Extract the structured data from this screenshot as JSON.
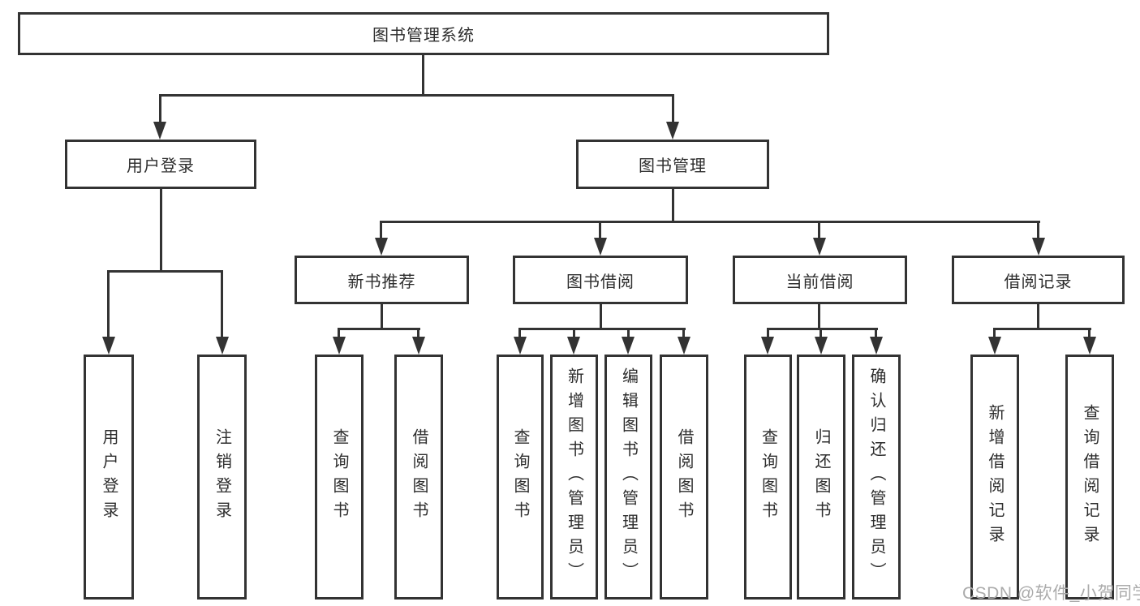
{
  "colors": {
    "line": "#333333",
    "text": "#2d2d2d",
    "watermark": "#ababab",
    "background": "#ffffff"
  },
  "watermark": "CSDN @软件_小贺同学",
  "tree": {
    "root": {
      "label": "图书管理系统"
    },
    "branches": [
      {
        "label": "用户登录",
        "leaves": [
          {
            "label": "用户登录"
          },
          {
            "label": "注销登录"
          }
        ]
      },
      {
        "label": "图书管理",
        "children": [
          {
            "label": "新书推荐",
            "leaves": [
              {
                "label": "查询图书"
              },
              {
                "label": "借阅图书"
              }
            ]
          },
          {
            "label": "图书借阅",
            "leaves": [
              {
                "label": "查询图书"
              },
              {
                "label": "新增图书（管理员）"
              },
              {
                "label": "编辑图书（管理员）"
              },
              {
                "label": "借阅图书"
              }
            ]
          },
          {
            "label": "当前借阅",
            "leaves": [
              {
                "label": "查询图书"
              },
              {
                "label": "归还图书"
              },
              {
                "label": "确认归还（管理员）"
              }
            ]
          },
          {
            "label": "借阅记录",
            "leaves": [
              {
                "label": "新增借阅记录"
              },
              {
                "label": "查询借阅记录"
              }
            ]
          }
        ]
      }
    ]
  }
}
